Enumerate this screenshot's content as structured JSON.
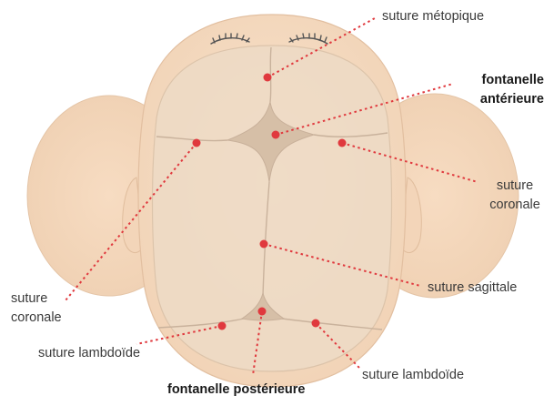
{
  "labels": {
    "suture_metopique": "suture métopique",
    "fontanelle_anterieure_l1": "fontanelle",
    "fontanelle_anterieure_l2": "antérieure",
    "suture_coronale_right_l1": "suture",
    "suture_coronale_right_l2": "coronale",
    "suture_sagittale": "suture sagittale",
    "suture_coronale_left_l1": "suture",
    "suture_coronale_left_l2": "coronale",
    "suture_lambdoide_left": "suture lambdoïde",
    "suture_lambdoide_right": "suture lambdoïde",
    "fontanelle_posterieure": "fontanelle postérieure"
  },
  "colors": {
    "skin": "#f6dcc3",
    "skin_edge": "#e2bfa0",
    "bone_plate": "#ecd7c2",
    "suture_line": "#cdb8a3",
    "fontanelle": "#d9c2ab",
    "marker": "#e0393e"
  }
}
